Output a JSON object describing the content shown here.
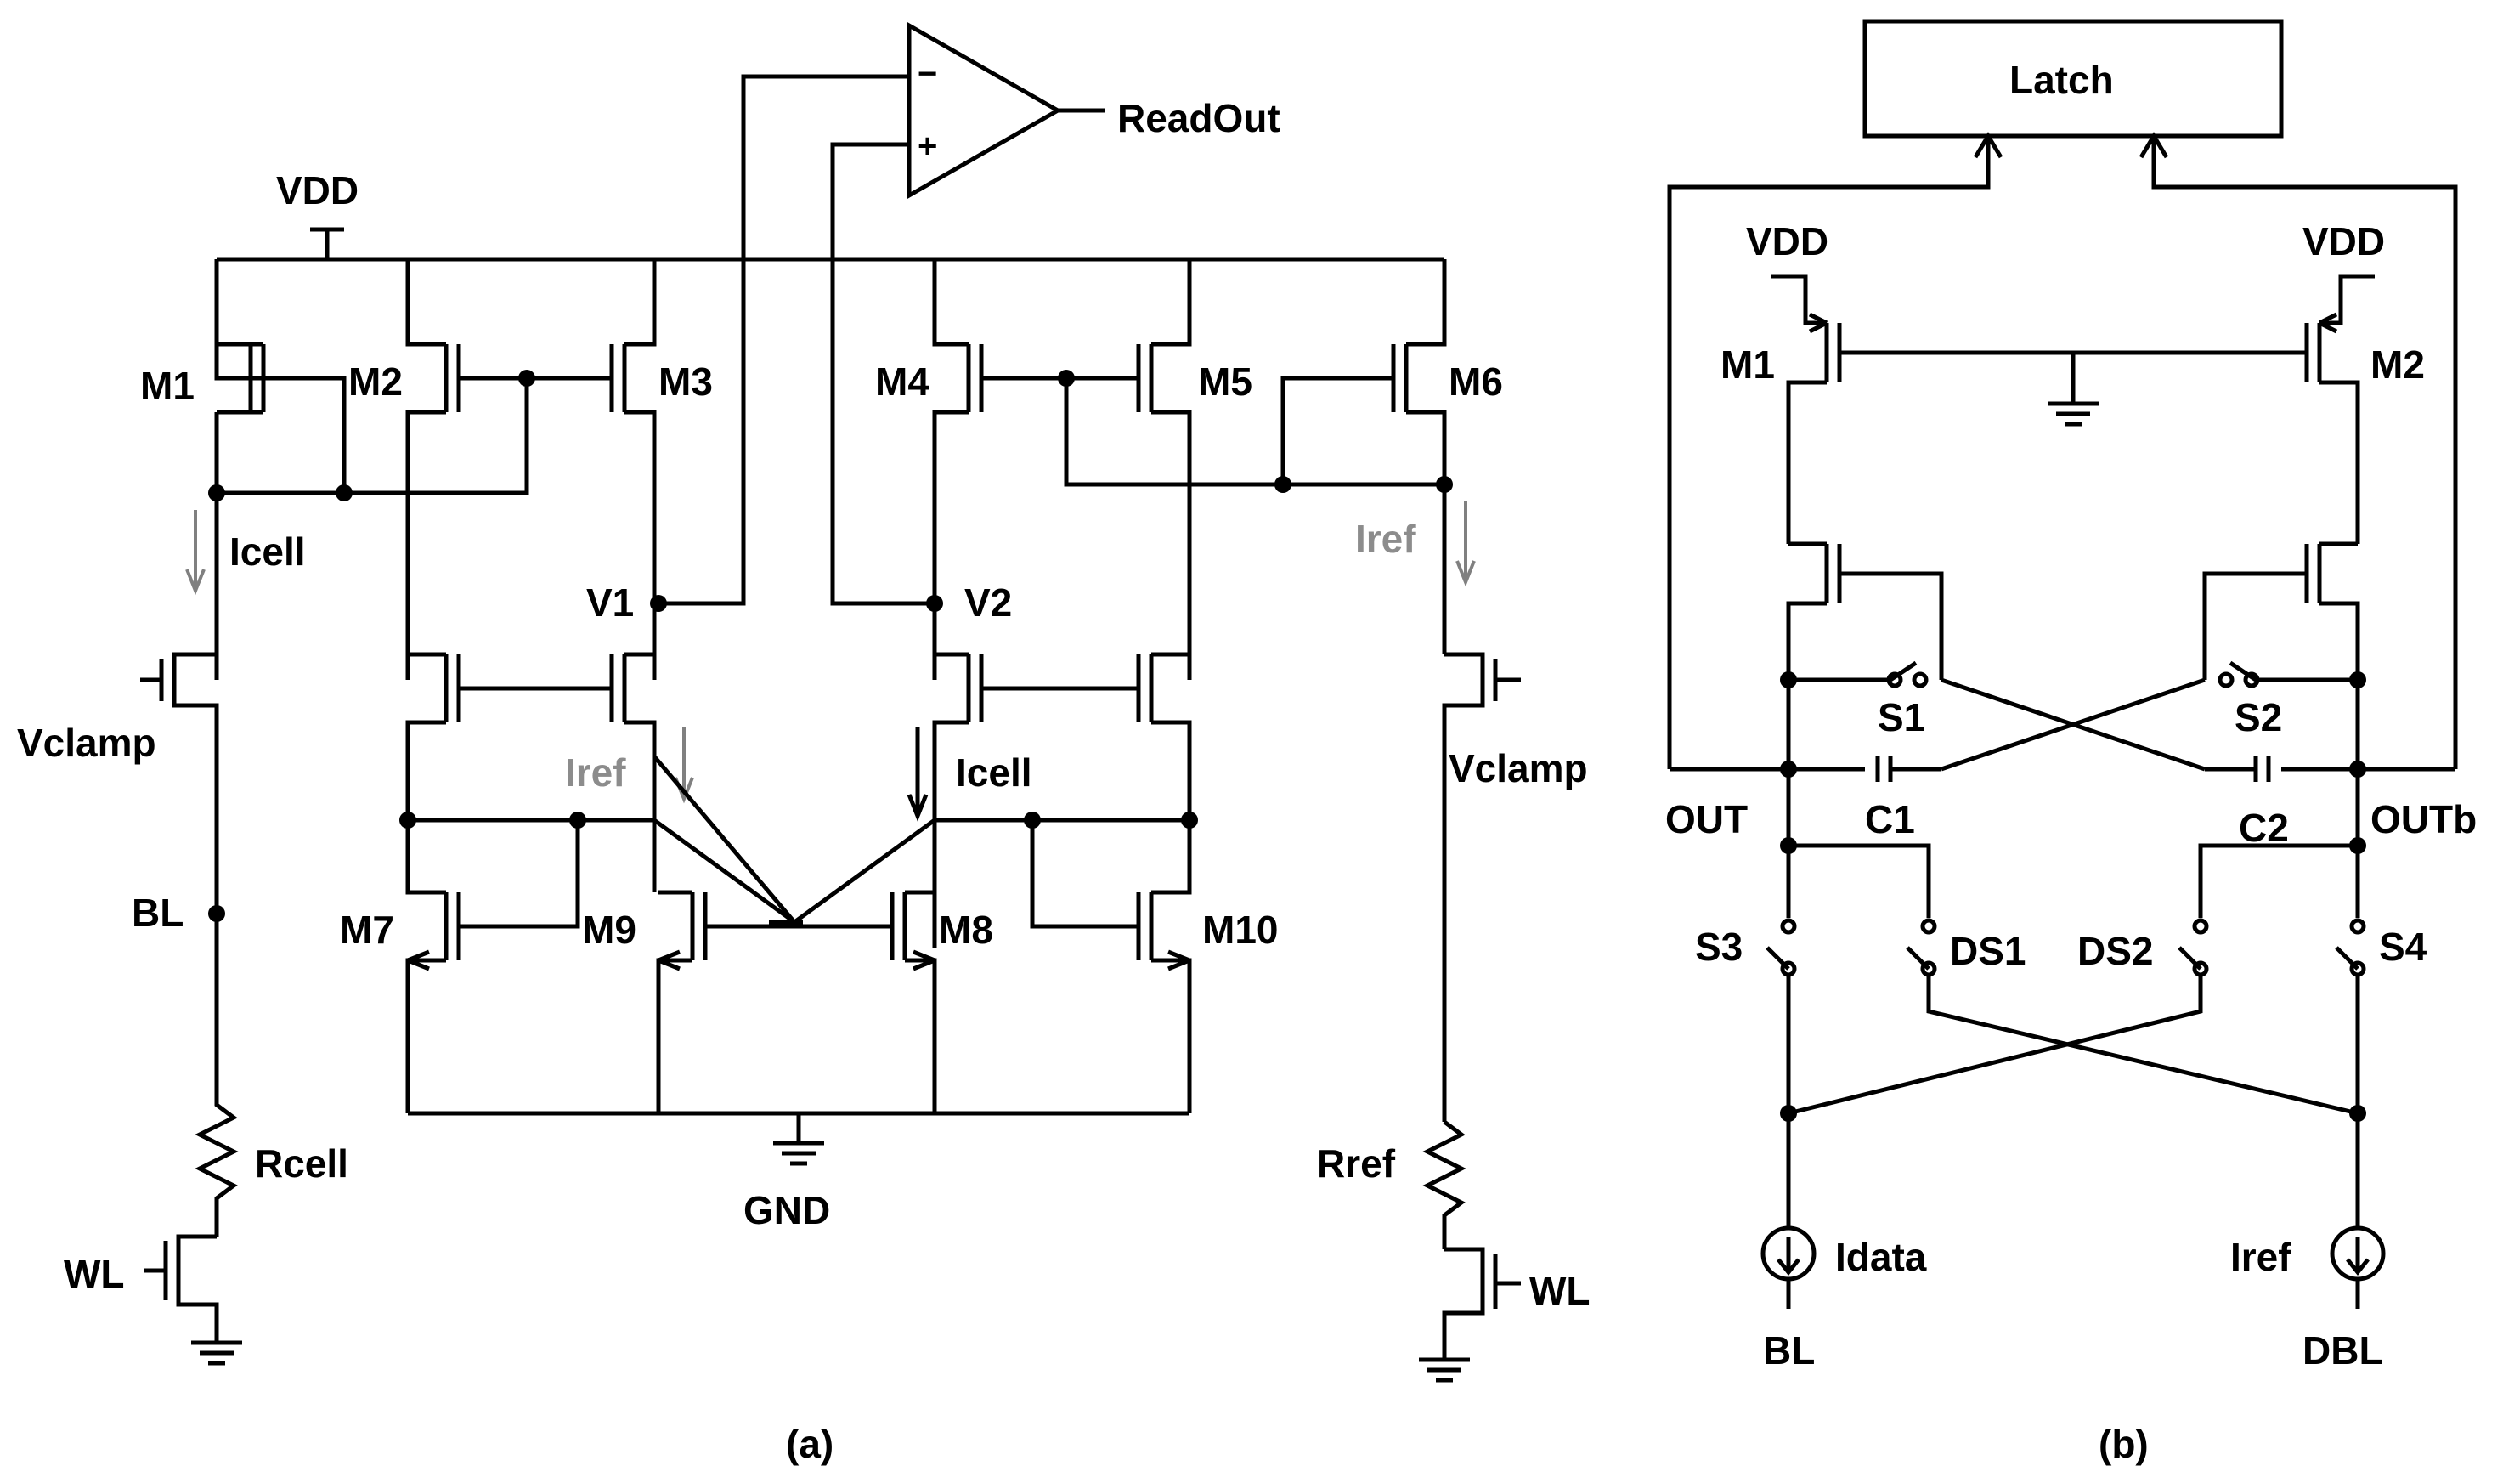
{
  "circuit_a": {
    "supply": "VDD",
    "ground": "GND",
    "output": "ReadOut",
    "opamp_minus": "−",
    "opamp_plus": "+",
    "transistors": [
      "M1",
      "M2",
      "M3",
      "M4",
      "M5",
      "M6",
      "M7",
      "M8",
      "M9",
      "M10"
    ],
    "nodes": {
      "v1": "V1",
      "v2": "V2",
      "bl": "BL"
    },
    "currents": {
      "icell_left": "Icell",
      "iref_right": "Iref",
      "iref_mid": "Iref",
      "icell_mid": "Icell"
    },
    "clamp_left": "Vclamp",
    "clamp_right": "Vclamp",
    "resistors": {
      "cell": "Rcell",
      "ref": "Rref"
    },
    "wordline_left": "WL",
    "wordline_right": "WL",
    "caption": "(a)"
  },
  "circuit_b": {
    "latch": "Latch",
    "supply_left": "VDD",
    "supply_right": "VDD",
    "transistors": {
      "m1": "M1",
      "m2": "M2"
    },
    "switches": {
      "s1": "S1",
      "s2": "S2",
      "s3": "S3",
      "s4": "S4",
      "ds1": "DS1",
      "ds2": "DS2"
    },
    "caps": {
      "c1": "C1",
      "c2": "C2"
    },
    "outputs": {
      "out": "OUT",
      "outb": "OUTb"
    },
    "sources": {
      "idata": "Idata",
      "iref": "Iref"
    },
    "bitlines": {
      "bl": "BL",
      "dbl": "DBL"
    },
    "caption": "(b)"
  },
  "colors": {
    "wire": "#000000",
    "reference_label": "#8c8c8c",
    "background": "#ffffff"
  }
}
